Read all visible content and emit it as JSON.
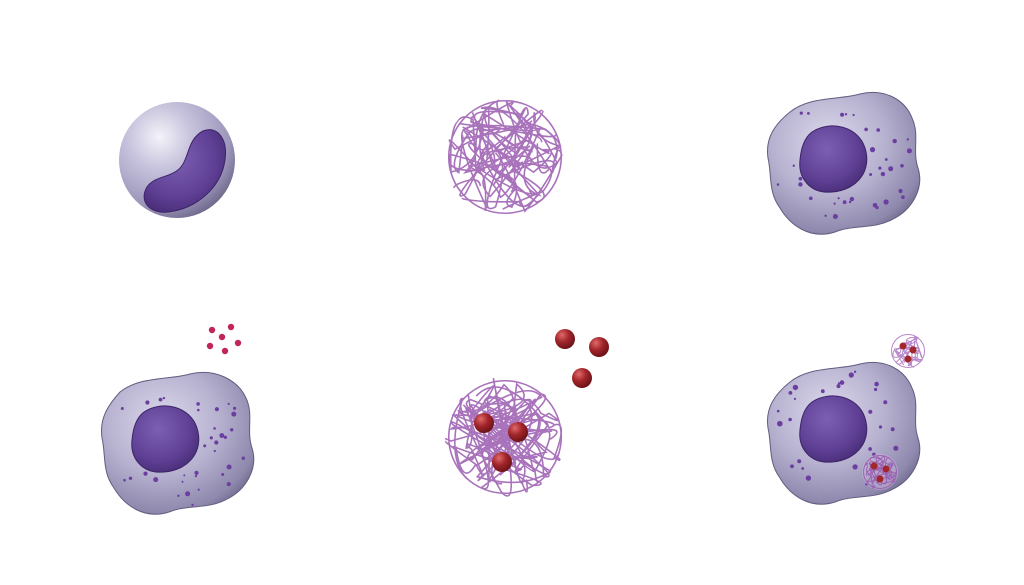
{
  "colors": {
    "background": "#ffffff",
    "cell_body": "#b6b1cf",
    "cell_shadow": "#6f6a8c",
    "cell_highlight": "#eeedf6",
    "nucleus": "#5e3f94",
    "nucleus_dark": "#3d2468",
    "granule": "#6b3ea0",
    "net_fiber": "#9a5bb0",
    "bacteria": "#a3262b",
    "small_particle": "#c0265a"
  },
  "panels": [
    {
      "id": "monocyte",
      "icon": "monocyte-cell-icon"
    },
    {
      "id": "net",
      "icon": "fibrous-net-icon"
    },
    {
      "id": "macrophage",
      "icon": "macrophage-cell-icon"
    },
    {
      "id": "macrophage-with-particles",
      "icon": "macrophage-particles-icon"
    },
    {
      "id": "net-trapping-bacteria",
      "icon": "net-bacteria-icon"
    },
    {
      "id": "macrophage-engulfing-net",
      "icon": "macrophage-engulf-icon"
    }
  ]
}
